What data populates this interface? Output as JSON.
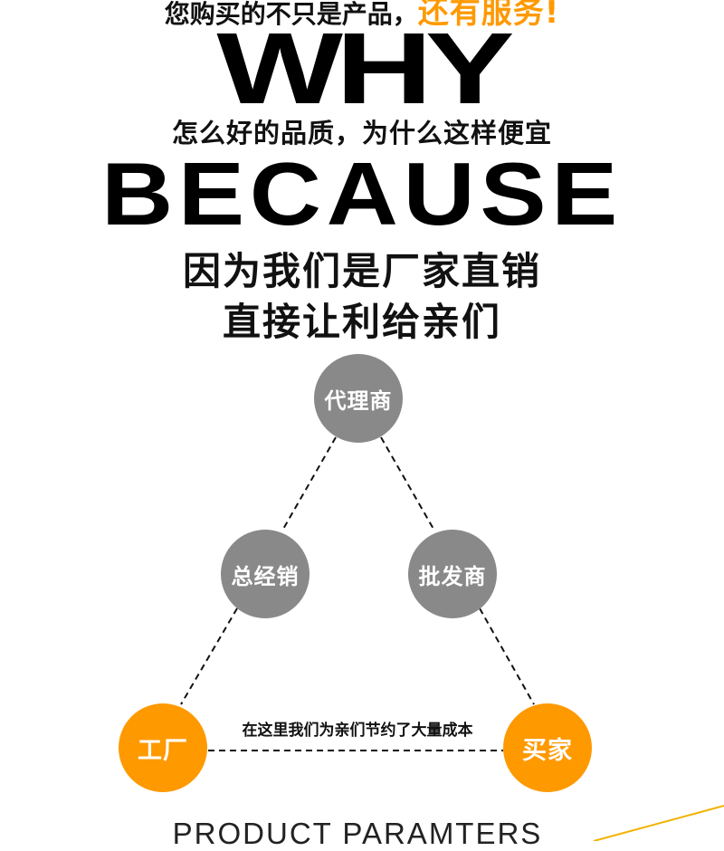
{
  "header": {
    "headline_prefix": "您购买的不只是产品，",
    "headline_accent": "还有服务!",
    "why": "WHY",
    "question": "怎么好的品质，为什么这样便宜",
    "because": "BECAUSE",
    "reason_line1": "因为我们是厂家直销",
    "reason_line2": "直接让利给亲们"
  },
  "diagram": {
    "agent": "代理商",
    "general_distributor": "总经销",
    "wholesaler": "批发商",
    "factory": "工厂",
    "buyer": "买家",
    "savings_note": "在这里我们为亲们节约了大量成本"
  },
  "footer": {
    "title": "PRODUCT PARAMTERS"
  },
  "colors": {
    "accent": "#ff9900",
    "node_gray": "#8a8989"
  }
}
